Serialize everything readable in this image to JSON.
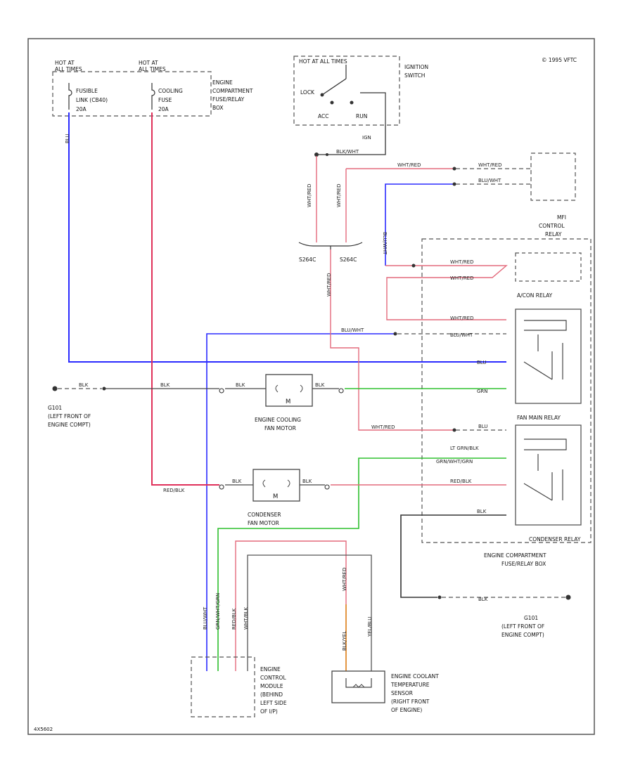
{
  "copyright": "© 1995 VFTC",
  "footer_code": "4X5602",
  "colors": {
    "blue": "#2b2bff",
    "red": "#e0305a",
    "pink": "#e36a7c",
    "green": "#2ec02e",
    "black": "#333333",
    "orange": "#e08a20",
    "frame": "#444444"
  },
  "fuse_left": {
    "hot_line1": "HOT AT",
    "hot_line2": "ALL TIMES",
    "name_line1": "FUSIBLE",
    "name_line2": "LINK (CB40)",
    "amps": "20A"
  },
  "fuse_right": {
    "hot_line1": "HOT AT",
    "hot_line2": "ALL TIMES",
    "name_line1": "COOLING",
    "name_line2": "FUSE",
    "amps": "20A"
  },
  "box_title": {
    "line1": "ENGINE",
    "line2": "COMPARTMENT",
    "line3": "FUSE/RELAY",
    "line4": "BOX"
  },
  "ignition": {
    "hot_label": "HOT AT ALL TIMES",
    "title_line1": "IGNITION",
    "title_line2": "SWITCH",
    "lock": "LOCK",
    "acc": "ACC",
    "run": "RUN",
    "terminal": "IGN",
    "wire": "BLK/WHT"
  },
  "mfi_relay": {
    "line1": "MFI",
    "line2": "CONTROL",
    "line3": "RELAY"
  },
  "splices": {
    "left": "S264C",
    "right": "S264C"
  },
  "relays": {
    "acon": "A/CON RELAY",
    "fan": "FAN MAIN RELAY",
    "cond": "CONDENSER RELAY"
  },
  "wires": {
    "blu_fuse": "BLU",
    "red_fuse": "RED/BLK",
    "wht_red_top": "WHT/RED",
    "blu_wht_top": "BLU/WHT",
    "wht_red_mfi1": "WHT/RED",
    "blu_wht_mfi2": "BLU/WHT",
    "wht_red_v1": "WHT/RED",
    "wht_red_v2": "WHT/RED",
    "blu_wht_v": "BLU/WHT",
    "wht_red_relay1": "WHT/RED",
    "wht_red_relay2": "WHT/RED",
    "wht_red_relay3": "WHT/RED",
    "wht_red_s": "WHT/RED",
    "blu_wht_acon": "BLU/WHT",
    "blu_acon": "BLU",
    "grn_acon": "GRN",
    "blk_g101": "BLK",
    "blk_fan_l": "BLK",
    "blk_fan_r": "BLK",
    "wht_red_fan": "WHT/RED",
    "blu_fan": "BLU",
    "lt_grn_blk": "LT GRN/BLK",
    "grn_wht_grn": "GRN/WHT/GRN",
    "red_blk_cond": "RED/BLK",
    "blk_cond_l": "BLK",
    "blk_cond_r": "BLK",
    "red_blk_cond2": "RED/BLK",
    "blk_bot": "BLK",
    "ecm_1": "BLU/WHT",
    "ecm_2": "GRN/WHT/GRN",
    "ecm_3": "RED/BLK",
    "ecm_4": "WHT/BLK",
    "sensor_1": "WHT/RED",
    "sensor_2": "BLK/YEL",
    "sensor_3": "YEL/BLU"
  },
  "grounds": {
    "left_id": "G101",
    "left_line1": "(LEFT FRONT OF",
    "left_line2": "ENGINE COMPT)",
    "right_id": "G101",
    "right_line1": "(LEFT FRONT OF",
    "right_line2": "ENGINE COMPT)"
  },
  "fan_motor": {
    "symbol": "M",
    "line1": "ENGINE COOLING",
    "line2": "FAN MOTOR"
  },
  "cond_motor": {
    "symbol": "M",
    "line1": "CONDENSER",
    "line2": "FAN MOTOR"
  },
  "box_bottom": {
    "line1": "ENGINE COMPARTMENT",
    "line2": "FUSE/RELAY BOX"
  },
  "ecm": {
    "line1": "ENGINE",
    "line2": "CONTROL",
    "line3": "MODULE",
    "line4": "(BEHIND",
    "line5": "LEFT SIDE",
    "line6": "OF I/P)"
  },
  "sensor": {
    "line1": "ENGINE COOLANT",
    "line2": "TEMPERATURE",
    "line3": "SENSOR",
    "line4": "(RIGHT FRONT",
    "line5": "OF ENGINE)"
  }
}
